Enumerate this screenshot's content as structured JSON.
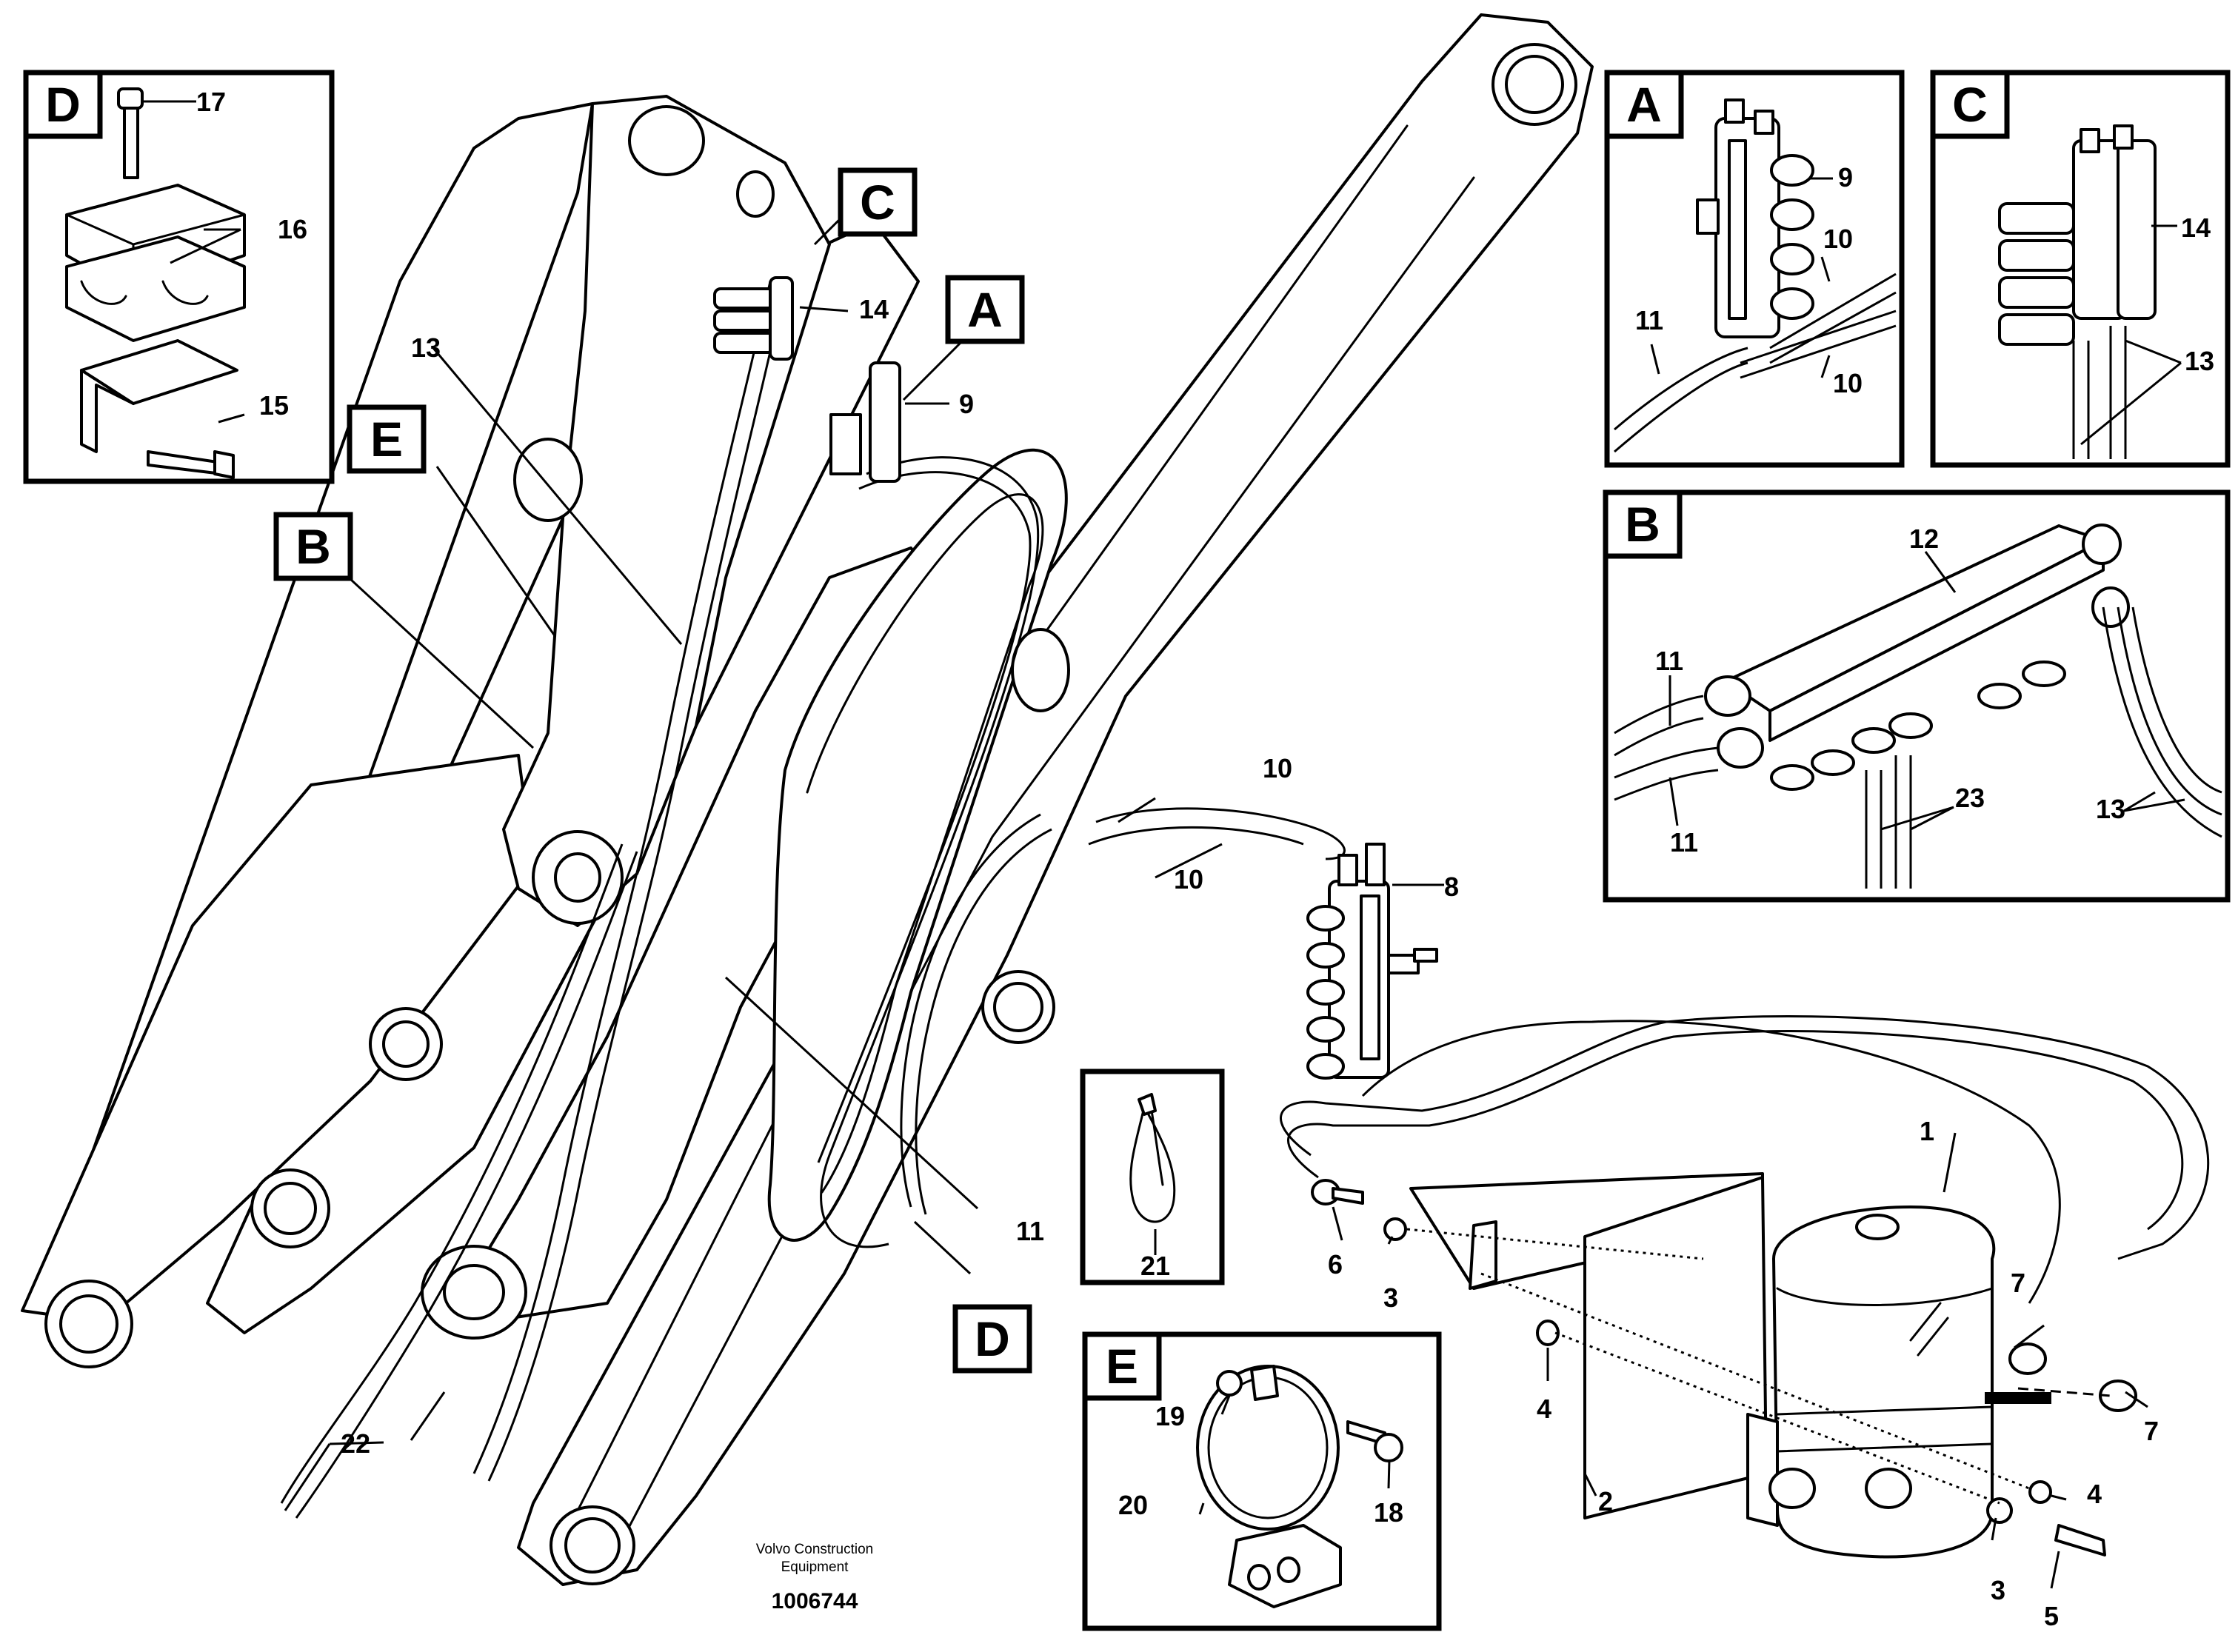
{
  "detail_tags": [
    "D",
    "A",
    "C",
    "B",
    "E"
  ],
  "main_tags": [
    "C",
    "A",
    "E",
    "B",
    "D"
  ],
  "part_numbers": {
    "p1": "1",
    "p2": "2",
    "p3a": "3",
    "p3b": "3",
    "p4a": "4",
    "p4b": "4",
    "p5": "5",
    "p6": "6",
    "p7a": "7",
    "p7b": "7",
    "p8": "8",
    "p9": "9",
    "p9A": "9",
    "p10a": "10",
    "p10b": "10",
    "p10Aa": "10",
    "p10Ab": "10",
    "p11": "11",
    "p11Aa": "11",
    "p11Ba": "11",
    "p11Bb": "11",
    "p12": "12",
    "p13": "13",
    "p13B": "13",
    "p13C": "13",
    "p14": "14",
    "p14C": "14",
    "p15": "15",
    "p16": "16",
    "p17": "17",
    "p18": "18",
    "p19": "19",
    "p20": "20",
    "p21": "21",
    "p22": "22",
    "p23": "23"
  },
  "publisher": {
    "line1": "Volvo Construction",
    "line2": "Equipment",
    "drawing_number": "1006744"
  }
}
